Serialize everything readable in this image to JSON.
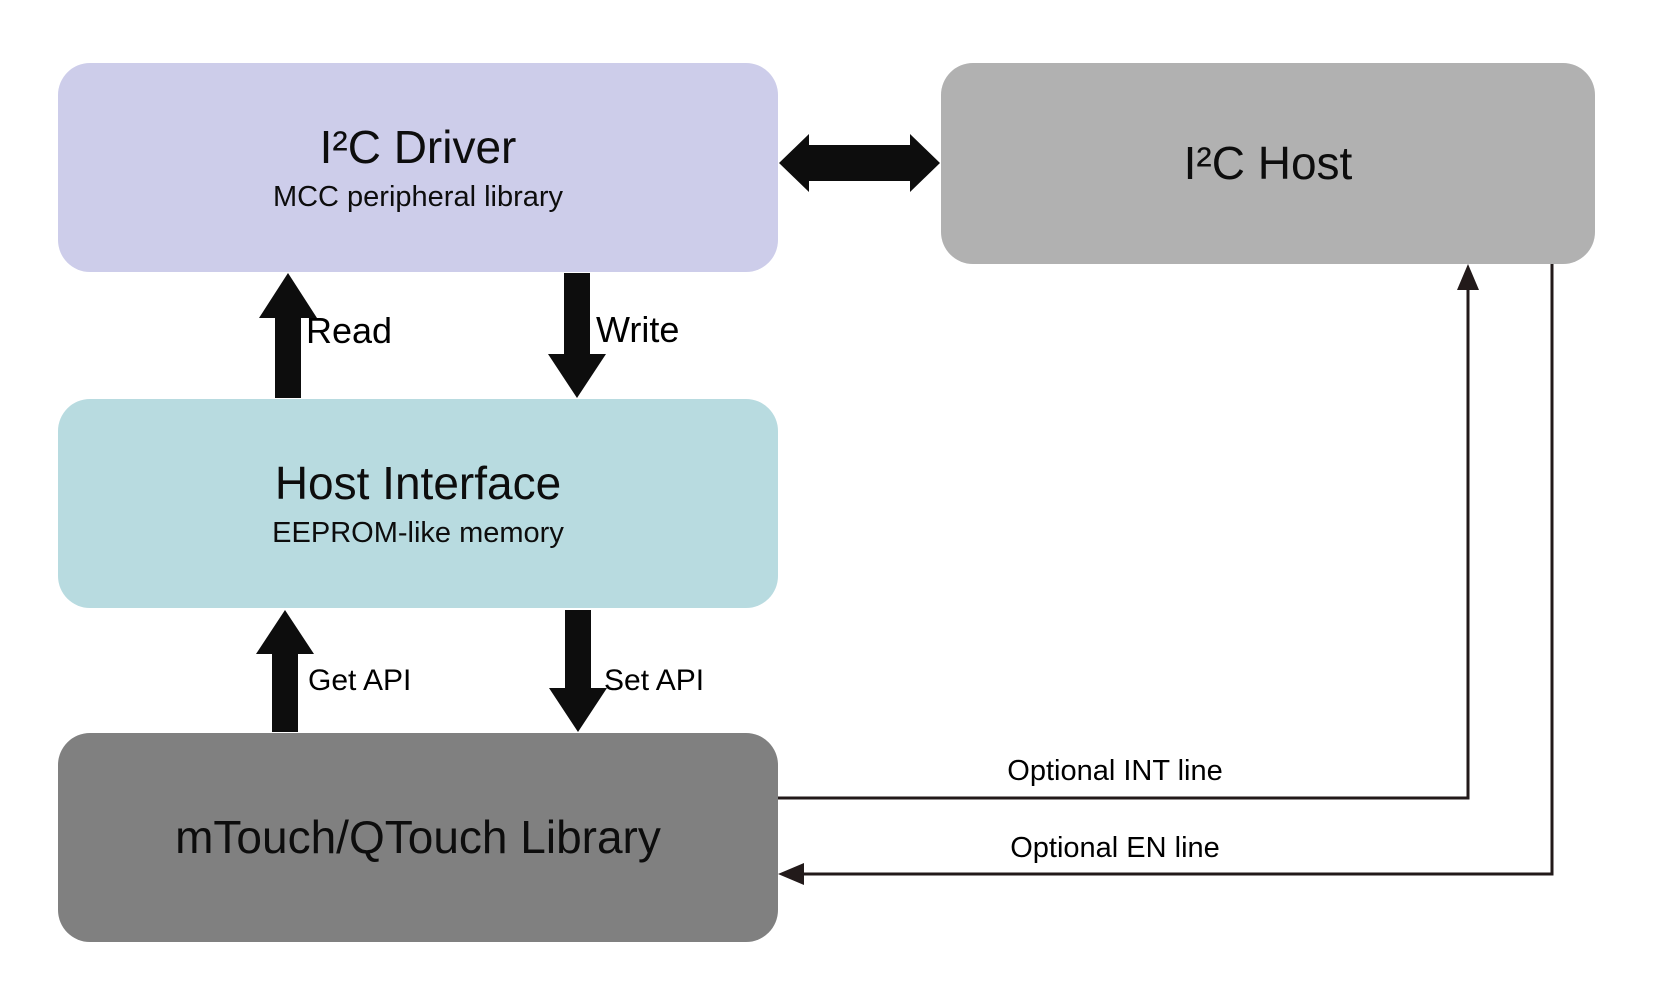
{
  "blocks": {
    "i2c_driver": {
      "title": "I²C Driver",
      "subtitle": "MCC peripheral library",
      "fill": "#cdcdea"
    },
    "i2c_host": {
      "title": "I²C Host",
      "subtitle": "",
      "fill": "#b1b1b1"
    },
    "host_interface": {
      "title": "Host Interface",
      "subtitle": "EEPROM-like memory",
      "fill": "#b8dbe0"
    },
    "mtouch_library": {
      "title": "mTouch/QTouch Library",
      "subtitle": "",
      "fill": "#808080"
    }
  },
  "arrows": {
    "i2c_bus": {
      "label": ""
    },
    "read": {
      "label": "Read"
    },
    "write": {
      "label": "Write"
    },
    "get_api": {
      "label": "Get API"
    },
    "set_api": {
      "label": "Set API"
    },
    "int_line": {
      "label": "Optional INT line"
    },
    "en_line": {
      "label": "Optional EN line"
    }
  },
  "colors": {
    "block_arrow": "#0d0d0d",
    "thin_line": "#221a1a",
    "text": "#000000",
    "background": "#ffffff"
  }
}
